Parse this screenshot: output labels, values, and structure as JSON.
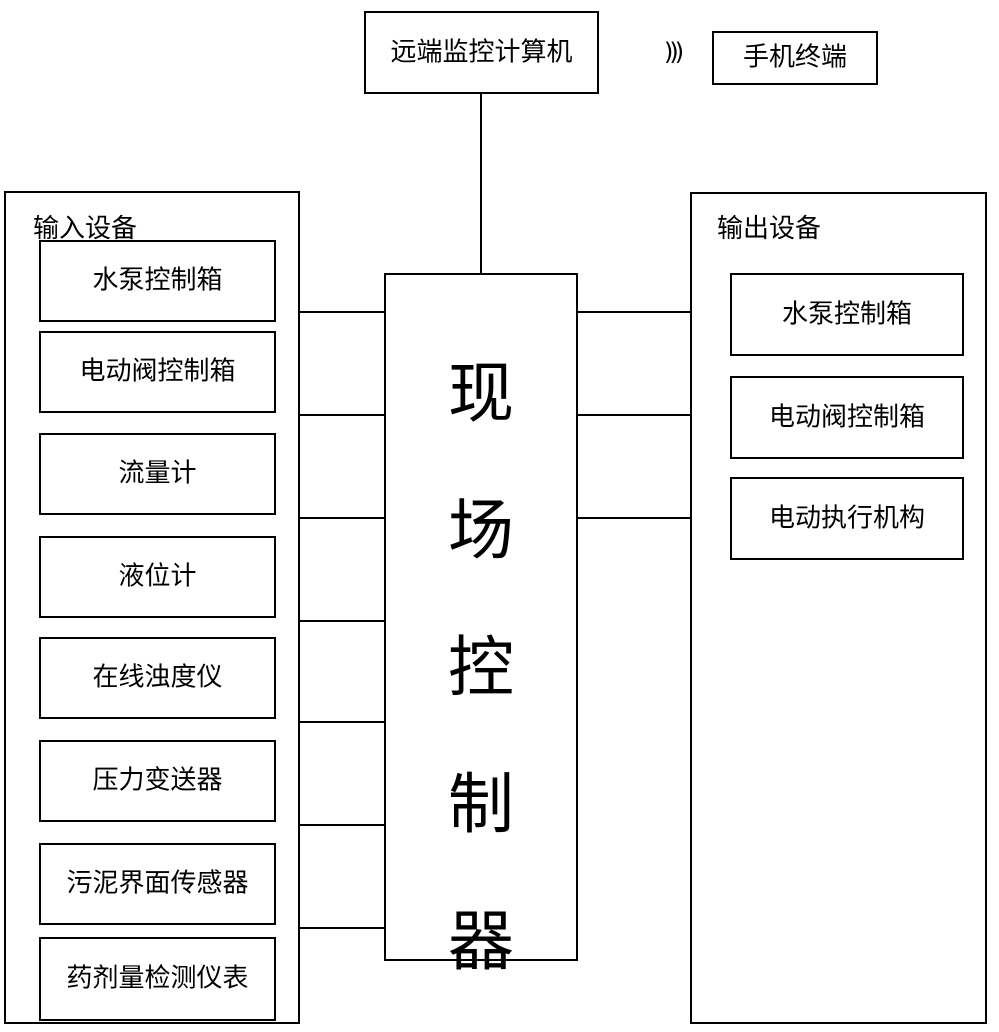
{
  "remote_computer": "远端监控计算机",
  "signal_symbol": ")))",
  "mobile_terminal": "手机终端",
  "input_group": {
    "title": "输入设备",
    "items": [
      "水泵控制箱",
      "电动阀控制箱",
      "流量计",
      "液位计",
      "在线浊度仪",
      "压力变送器",
      "污泥界面传感器",
      "药剂量检测仪表"
    ]
  },
  "controller": {
    "chars": [
      "现",
      "场",
      "控",
      "制",
      "器"
    ]
  },
  "output_group": {
    "title": "输出设备",
    "items": [
      "水泵控制箱",
      "电动阀控制箱",
      "电动执行机构"
    ]
  }
}
